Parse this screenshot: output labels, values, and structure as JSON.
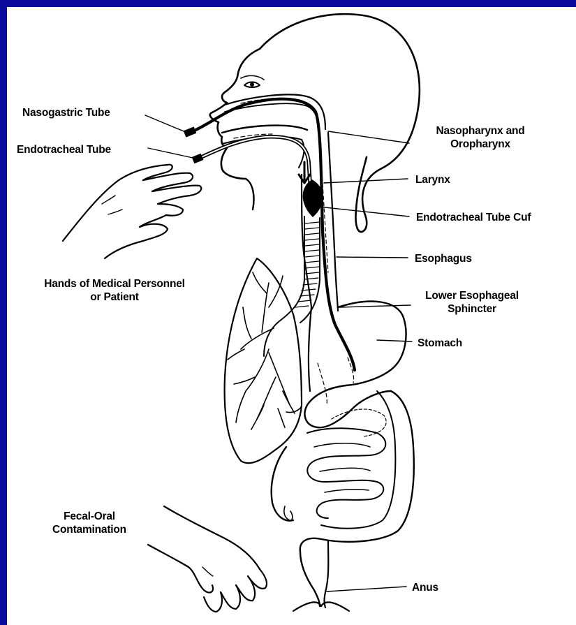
{
  "colors": {
    "frame": "#0a0a9c",
    "background": "#ffffff",
    "ink": "#000000"
  },
  "labels": {
    "nasogastric_tube": "Nasogastric Tube",
    "endotracheal_tube": "Endotracheal Tube",
    "nasopharynx_line1": "Nasopharynx and",
    "nasopharynx_line2": "Oropharynx",
    "larynx": "Larynx",
    "endotracheal_tube_cuff": "Endotracheal Tube Cuf",
    "esophagus": "Esophagus",
    "hands_line1": "Hands of Medical Personnel",
    "hands_line2": "or Patient",
    "les_line1": "Lower Esophageal",
    "les_line2": "Sphincter",
    "stomach": "Stomach",
    "fecal_line1": "Fecal-Oral",
    "fecal_line2": "Contamination",
    "anus": "Anus"
  }
}
